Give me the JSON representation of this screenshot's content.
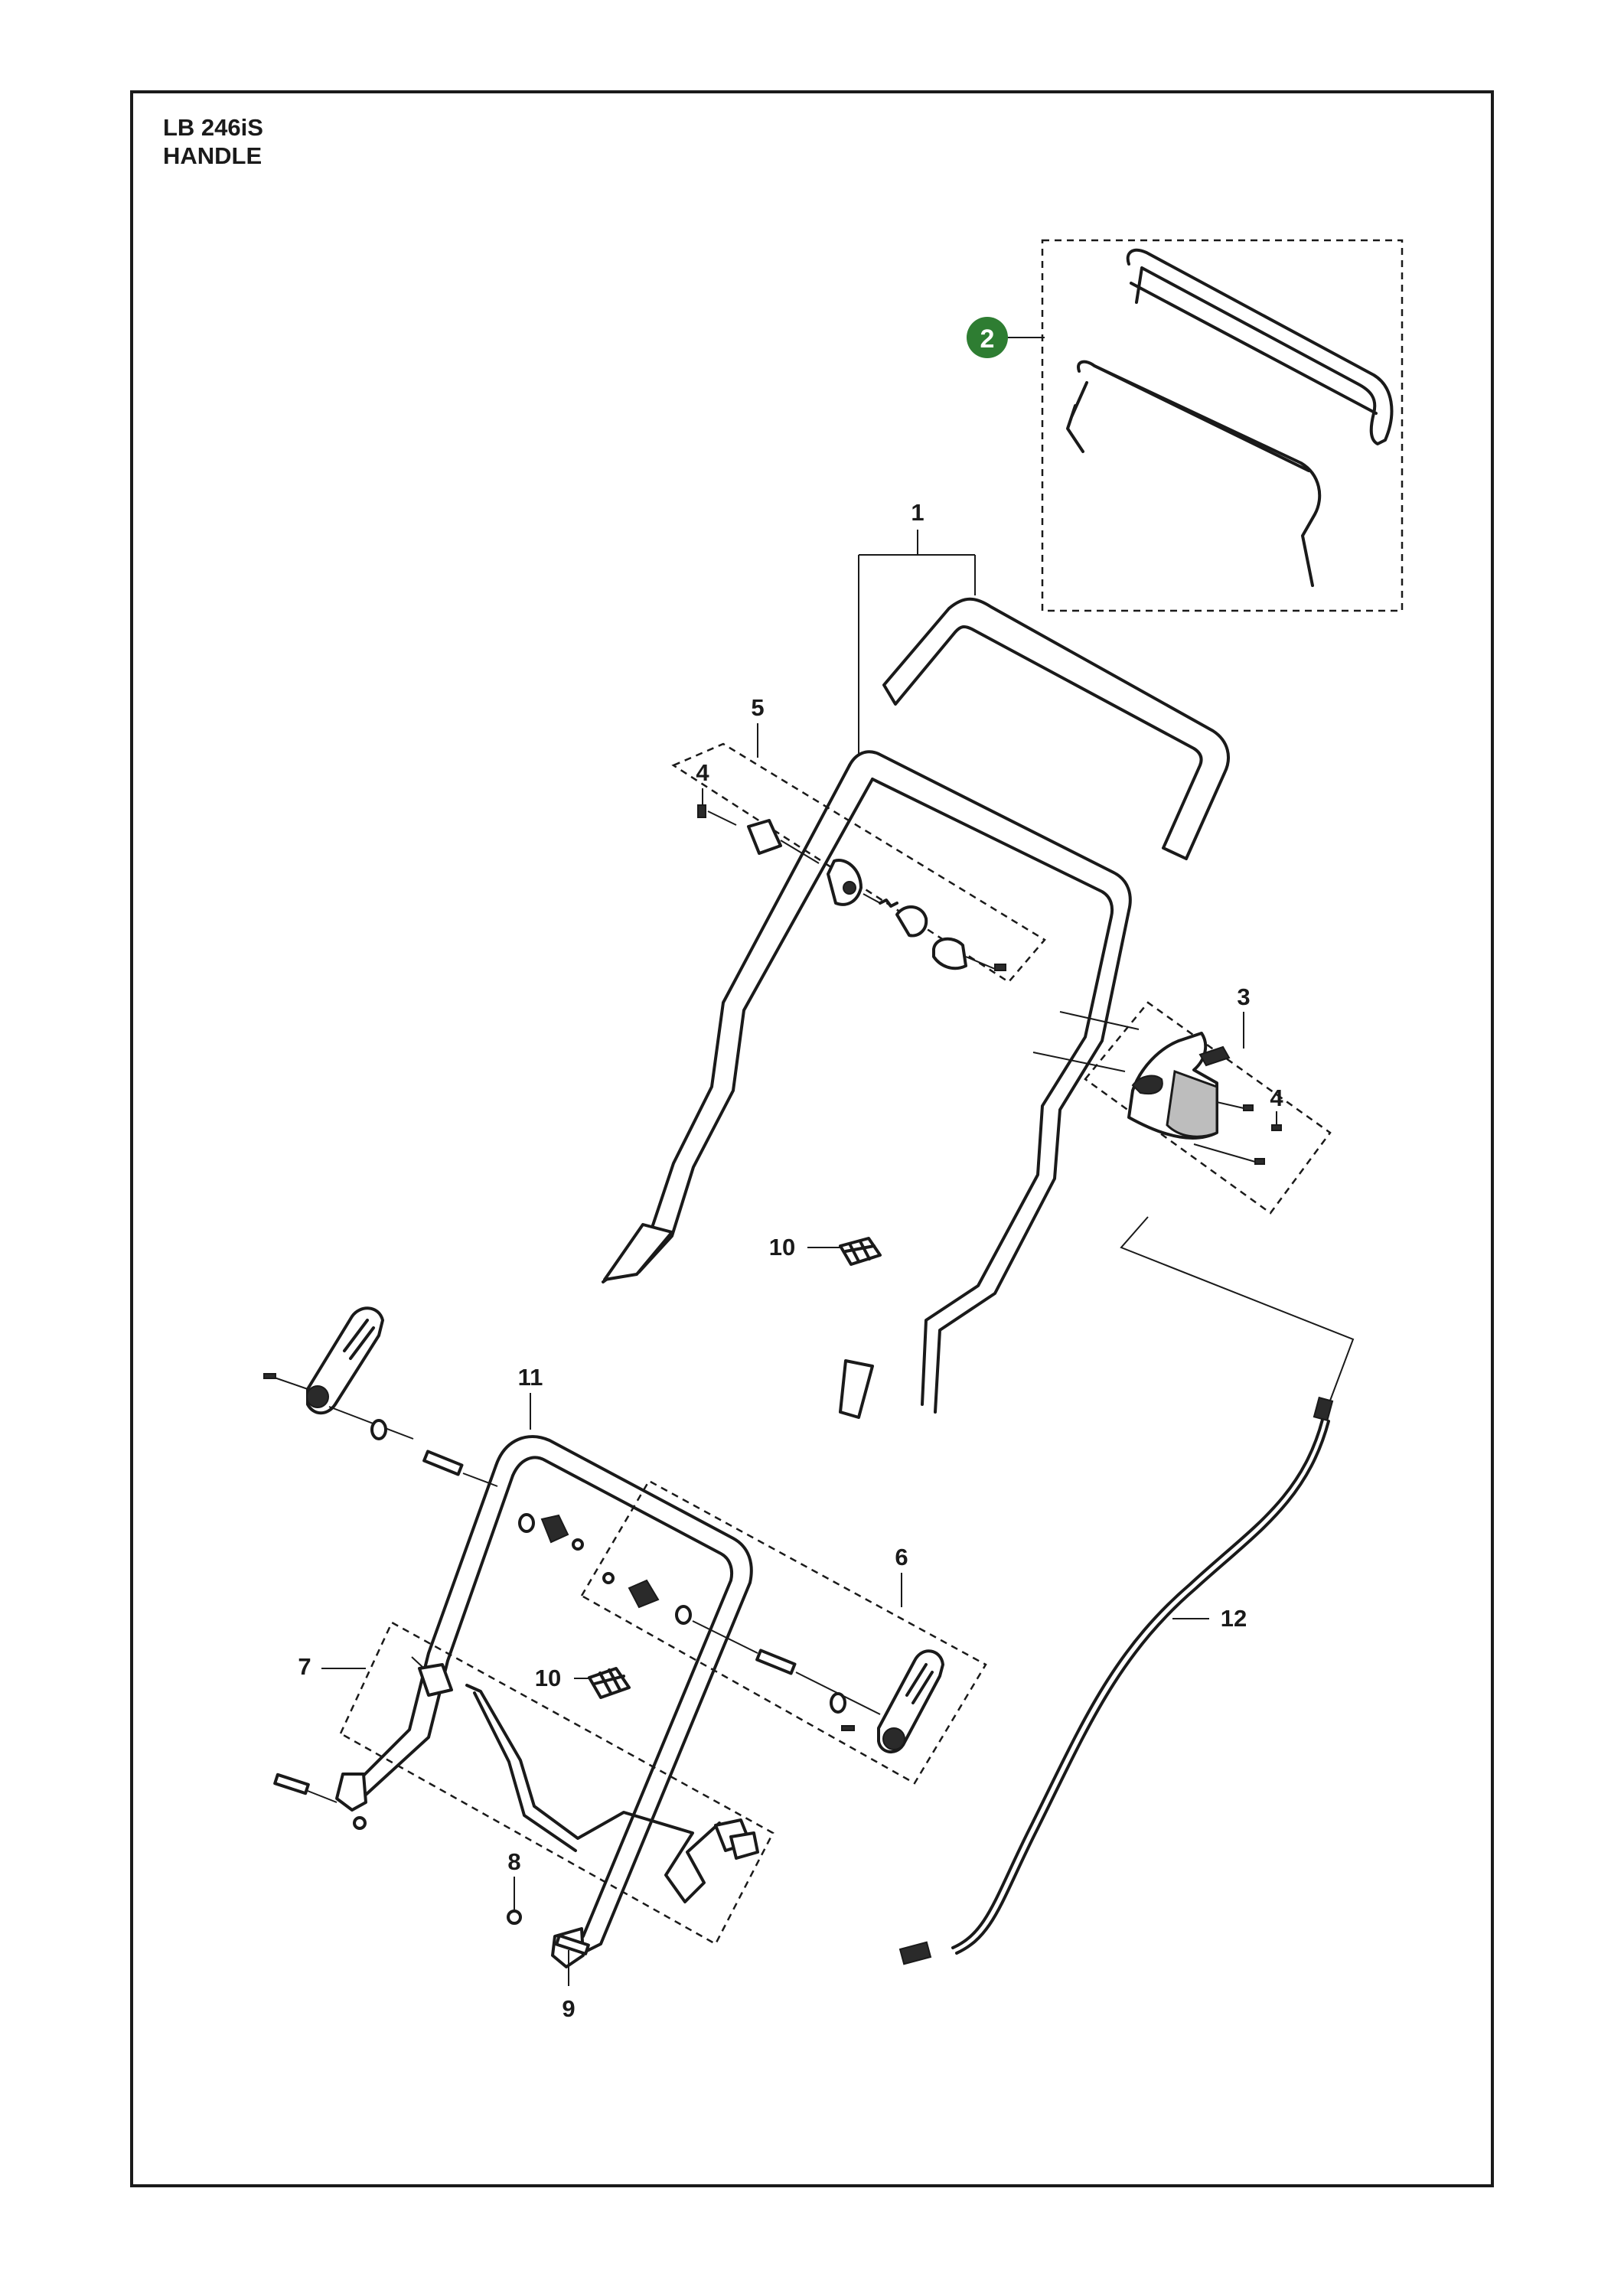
{
  "header": {
    "model": "LB 246iS",
    "section": "HANDLE"
  },
  "callouts": {
    "c1": "1",
    "c2": "2",
    "c3": "3",
    "c4a": "4",
    "c4b": "4",
    "c5": "5",
    "c6": "6",
    "c7": "7",
    "c8": "8",
    "c9": "9",
    "c10a": "10",
    "c10b": "10",
    "c11": "11",
    "c12": "12"
  },
  "colors": {
    "badge": "#2e7d32",
    "line": "#1a1a1a"
  }
}
